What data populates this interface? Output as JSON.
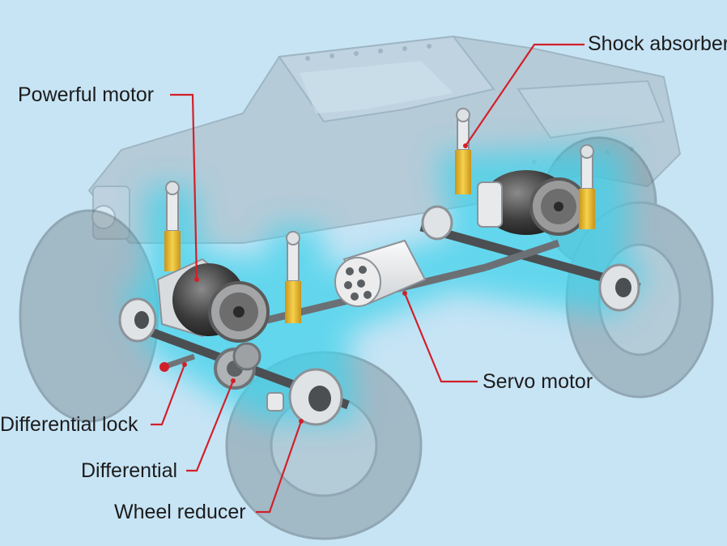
{
  "labels": {
    "shock_absorber": "Shock absorber",
    "powerful_motor": "Powerful motor",
    "servo_motor": "Servo motor",
    "differential_lock": "Differential lock",
    "differential": "Differential",
    "wheel_reducer": "Wheel reducer"
  },
  "colors": {
    "background": "#c7e4f5",
    "leader_line": "#d2202a",
    "glow": "#3fd2ea",
    "shock_spring": "#e9b92a",
    "body_ghost": "#9db0bb"
  }
}
